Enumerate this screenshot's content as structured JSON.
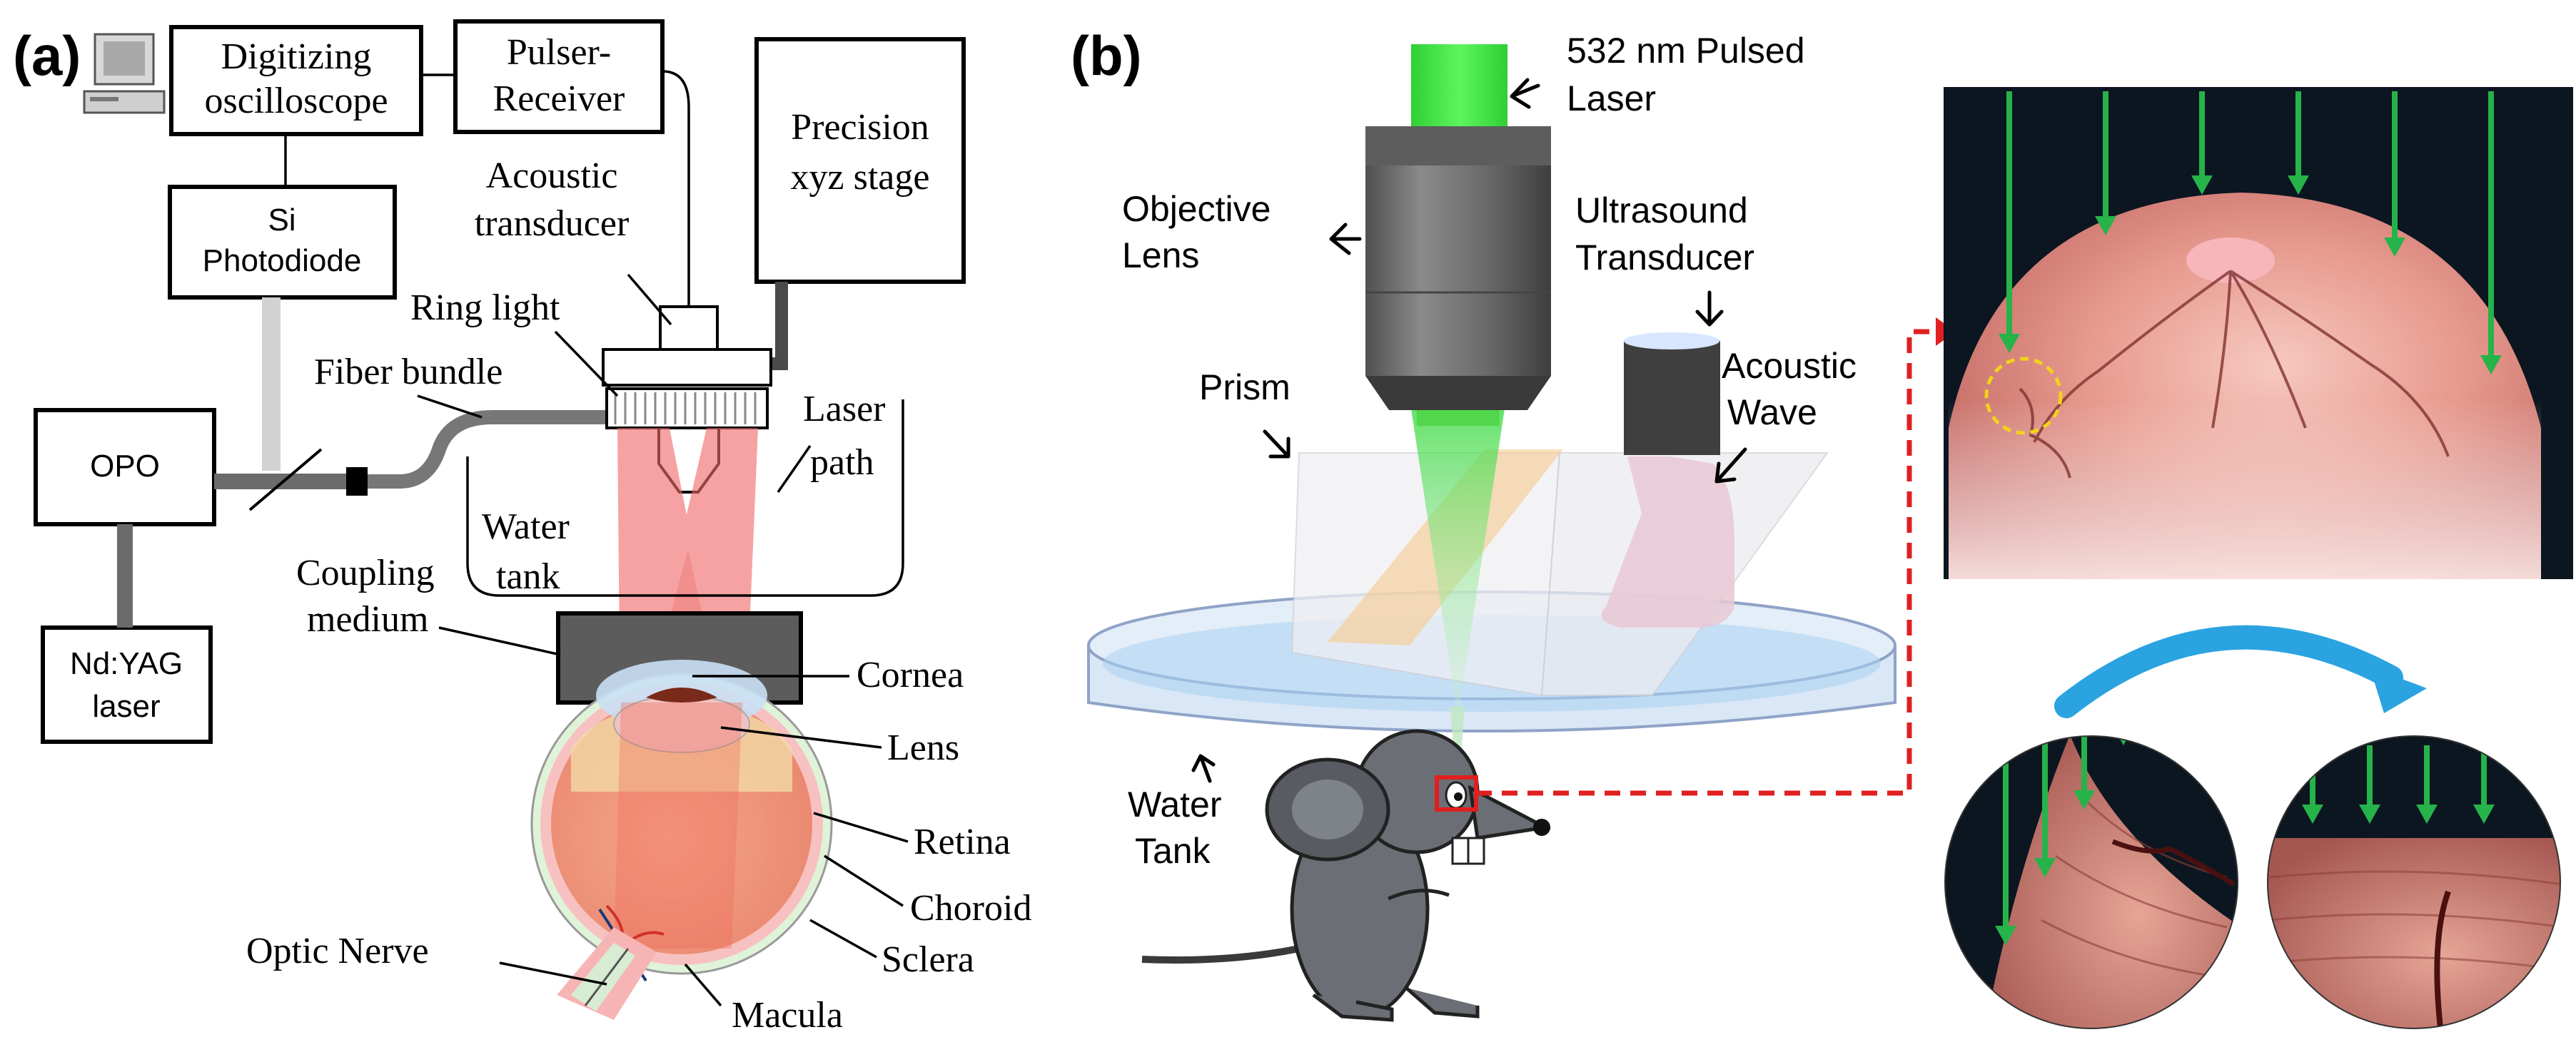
{
  "panel_a": {
    "label": "(a)",
    "boxes": {
      "oscilloscope": "Digitizing oscilloscope",
      "pulser": "Pulser-Receiver",
      "stage": "Precision xyz stage",
      "photodiode": "Si Photodiode",
      "opo": "OPO",
      "ndyag": "Nd:YAG laser"
    },
    "labels": {
      "transducer": "Acoustic transducer",
      "ring_light": "Ring light",
      "fiber_bundle": "Fiber bundle",
      "laser_path": "Laser path",
      "water_tank": "Water tank",
      "coupling_medium": "Coupling medium",
      "cornea": "Cornea",
      "lens": "Lens",
      "retina": "Retina",
      "choroid": "Choroid",
      "sclera": "Sclera",
      "optic_nerve": "Optic Nerve",
      "macula": "Macula"
    }
  },
  "panel_b": {
    "label": "(b)",
    "labels": {
      "laser": "532 nm Pulsed Laser",
      "objective": "Objective Lens",
      "transducer": "Ultrasound Transducer",
      "prism": "Prism",
      "acoustic_wave": "Acoustic Wave",
      "water_tank": "Water Tank"
    }
  },
  "colors": {
    "laser_green": "#37e03a",
    "arrow_green": "#26b34a",
    "laser_red": "#f04040",
    "highlight_red": "#e02020",
    "highlight_yellow": "#f2d21b",
    "curve_blue": "#2aa3e0",
    "cable_gray": "#6b6b6b"
  }
}
